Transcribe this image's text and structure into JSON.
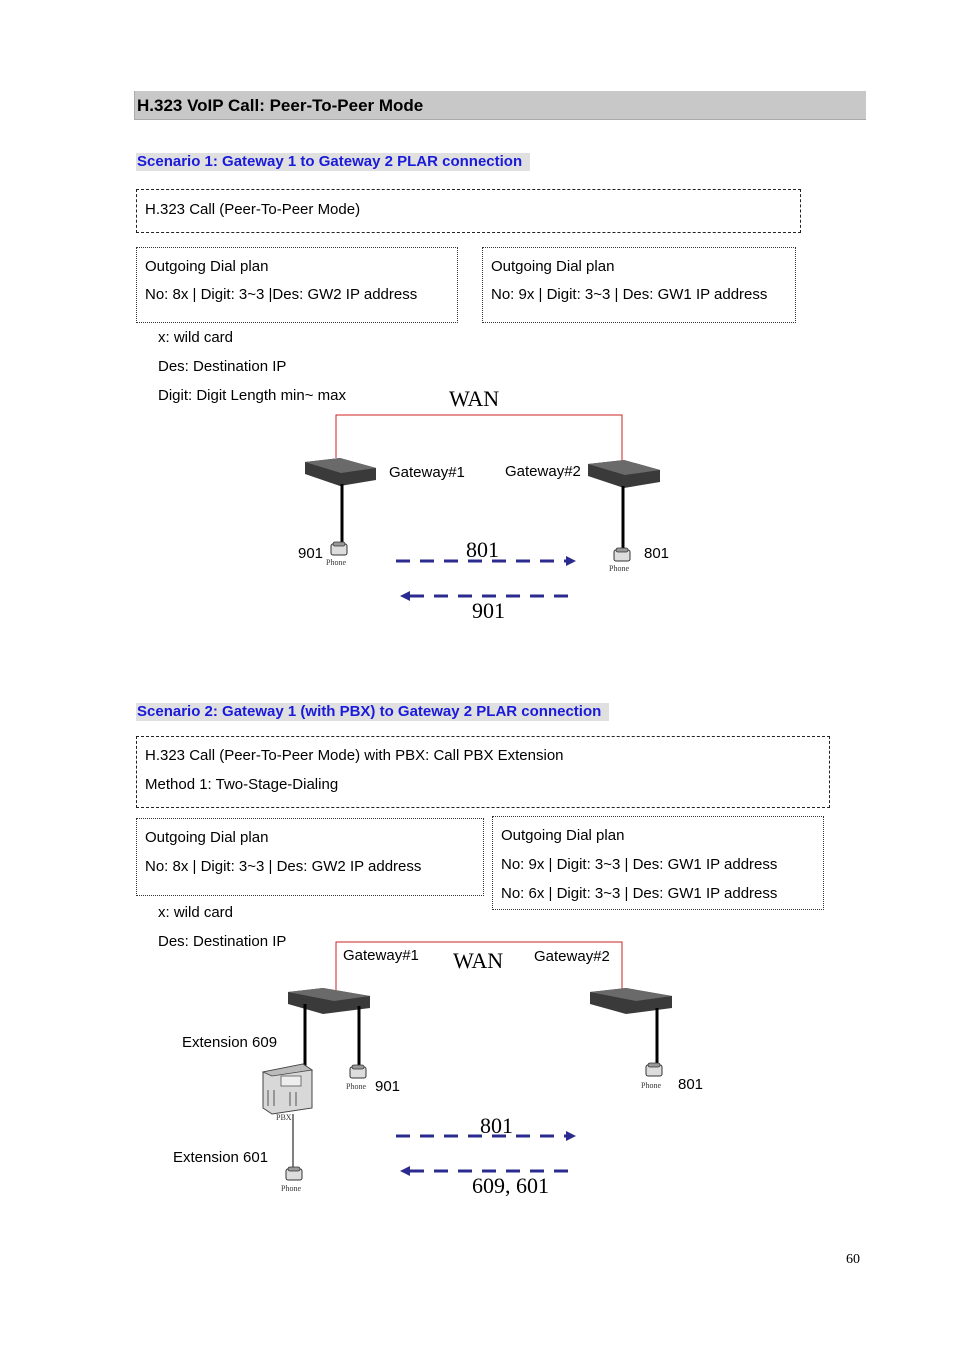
{
  "header": {
    "title": "H.323 VoIP Call: Peer-To-Peer Mode"
  },
  "scenario1": {
    "title": "Scenario 1: Gateway 1 to Gateway 2 PLAR connection",
    "mode_box": "H.323 Call (Peer-To-Peer Mode)",
    "gw1_plan": {
      "title": "Outgoing Dial plan",
      "rule": "No: 8x | Digit: 3~3 |Des: GW2 IP address"
    },
    "gw2_plan": {
      "title": "Outgoing Dial plan",
      "rule": "No: 9x | Digit: 3~3 | Des: GW1 IP address"
    },
    "legend": [
      "x: wild card",
      "Des: Destination IP",
      "Digit: Digit Length min~ max"
    ],
    "wan": "WAN",
    "gateway1": "Gateway#1",
    "gateway2": "Gateway#2",
    "phone1_number": "901",
    "phone2_number": "801",
    "phone_label": "Phone",
    "arrow_right_label": "801",
    "arrow_left_label": "901"
  },
  "scenario2": {
    "title": "Scenario 2: Gateway 1 (with PBX) to Gateway 2 PLAR connection",
    "mode_lines": [
      "H.323 Call (Peer-To-Peer Mode) with PBX: Call PBX Extension",
      "Method 1: Two-Stage-Dialing"
    ],
    "gw1_plan": {
      "title": "Outgoing Dial plan",
      "rule": "No: 8x | Digit: 3~3 | Des: GW2 IP address"
    },
    "gw2_plan": {
      "title": "Outgoing Dial plan",
      "rules": [
        "No: 9x | Digit: 3~3 | Des: GW1 IP address",
        "No: 6x | Digit: 3~3 | Des: GW1 IP address"
      ]
    },
    "legend": [
      "x: wild card",
      "Des: Destination IP"
    ],
    "wan": "WAN",
    "gateway1": "Gateway#1",
    "gateway2": "Gateway#2",
    "extension_609": "Extension 609",
    "extension_601": "Extension 601",
    "pbx_label": "PBX",
    "phone_label": "Phone",
    "phone1_number": "901",
    "phone2_number": "801",
    "arrow_right_label": "801",
    "arrow_left_label": "609, 601"
  },
  "page_number": "60",
  "colors": {
    "scenario_title": "#1a1adb",
    "wan_line": "#cc2222",
    "arrow": "#2b2b8f",
    "header_bg": "#c8c8c8"
  }
}
